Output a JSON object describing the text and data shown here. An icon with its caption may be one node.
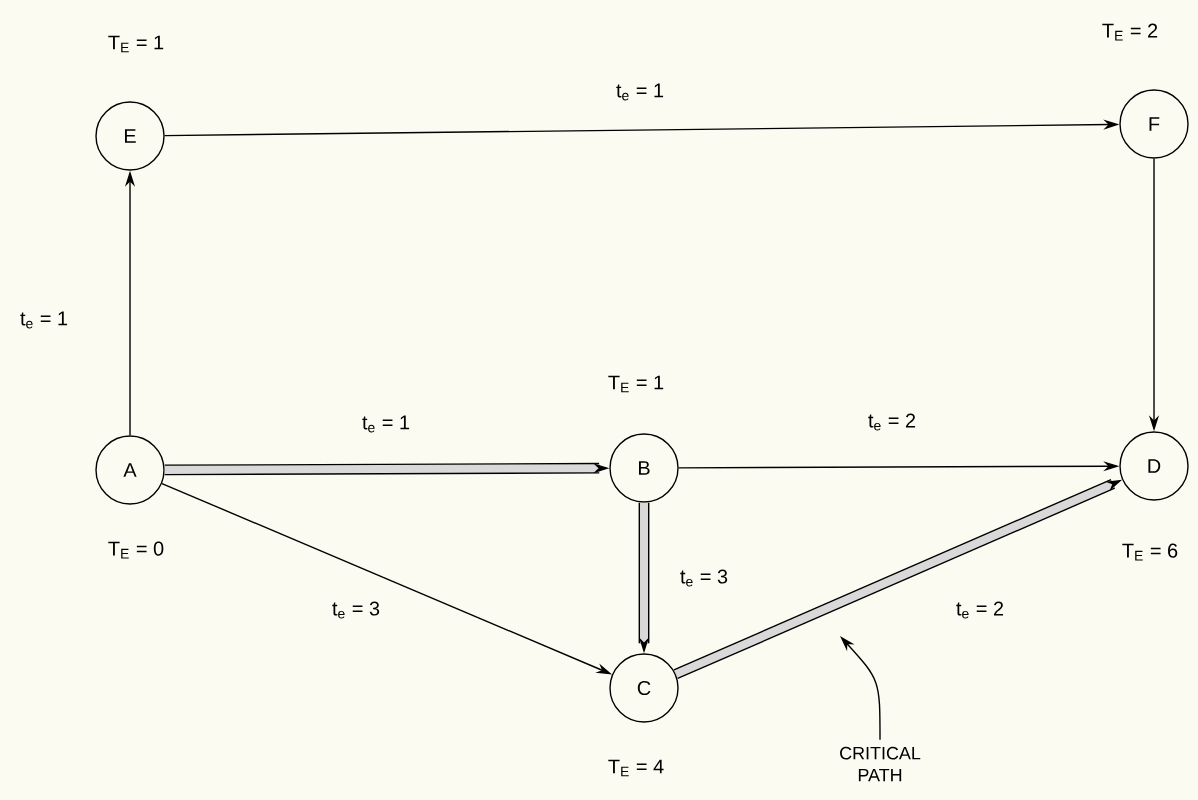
{
  "diagram": {
    "nodes": [
      {
        "text": [
          "E"
        ],
        "beside": [
          "T$_{E}$ = 1"
        ]
      },
      {
        "text": [
          "F"
        ],
        "beside": [
          "T$_{E}$ = 2"
        ]
      },
      {
        "text": [
          "A"
        ],
        "beside": [
          "T$_{E}$ = 0"
        ]
      },
      {
        "text": [
          "B"
        ],
        "beside": [
          "T$_{E}$ = 1"
        ]
      },
      {
        "text": [
          "D"
        ],
        "beside": [
          "T$_{E}$ = 6"
        ]
      },
      {
        "text": [
          "C"
        ],
        "beside": [
          "T$_{E}$ = 4"
        ]
      },
      {
        "text": [
          "CRITICAL PATH"
        ]
      }
    ],
    "edges": [
      {
        "from": 2,
        "to": 0,
        "arrow": "to",
        "label": "t$_{e}$ = 1"
      },
      {
        "from": 0,
        "to": 1,
        "arrow": "to",
        "label": "t$_{e}$ = 1"
      },
      {
        "from": 1,
        "to": 4,
        "arrow": "to"
      },
      {
        "from": 2,
        "to": 3,
        "arrow": "to",
        "label": "t$_{e}$ = 1",
        "style": "thick"
      },
      {
        "from": 3,
        "to": 4,
        "arrow": "to",
        "label": "t$_{e}$ = 2"
      },
      {
        "from": 2,
        "to": 5,
        "arrow": "to",
        "label": "t$_{e}$ = 3"
      },
      {
        "from": 3,
        "to": 5,
        "arrow": "to",
        "label": "t$_{e}$ = 3",
        "style": "thick"
      },
      {
        "from": 5,
        "to": 4,
        "arrow": "to",
        "label": "t$_{e}$ = 2",
        "style": "thick"
      },
      {
        "from": 6,
        "to": null,
        "arrow": "to"
      }
    ]
  }
}
